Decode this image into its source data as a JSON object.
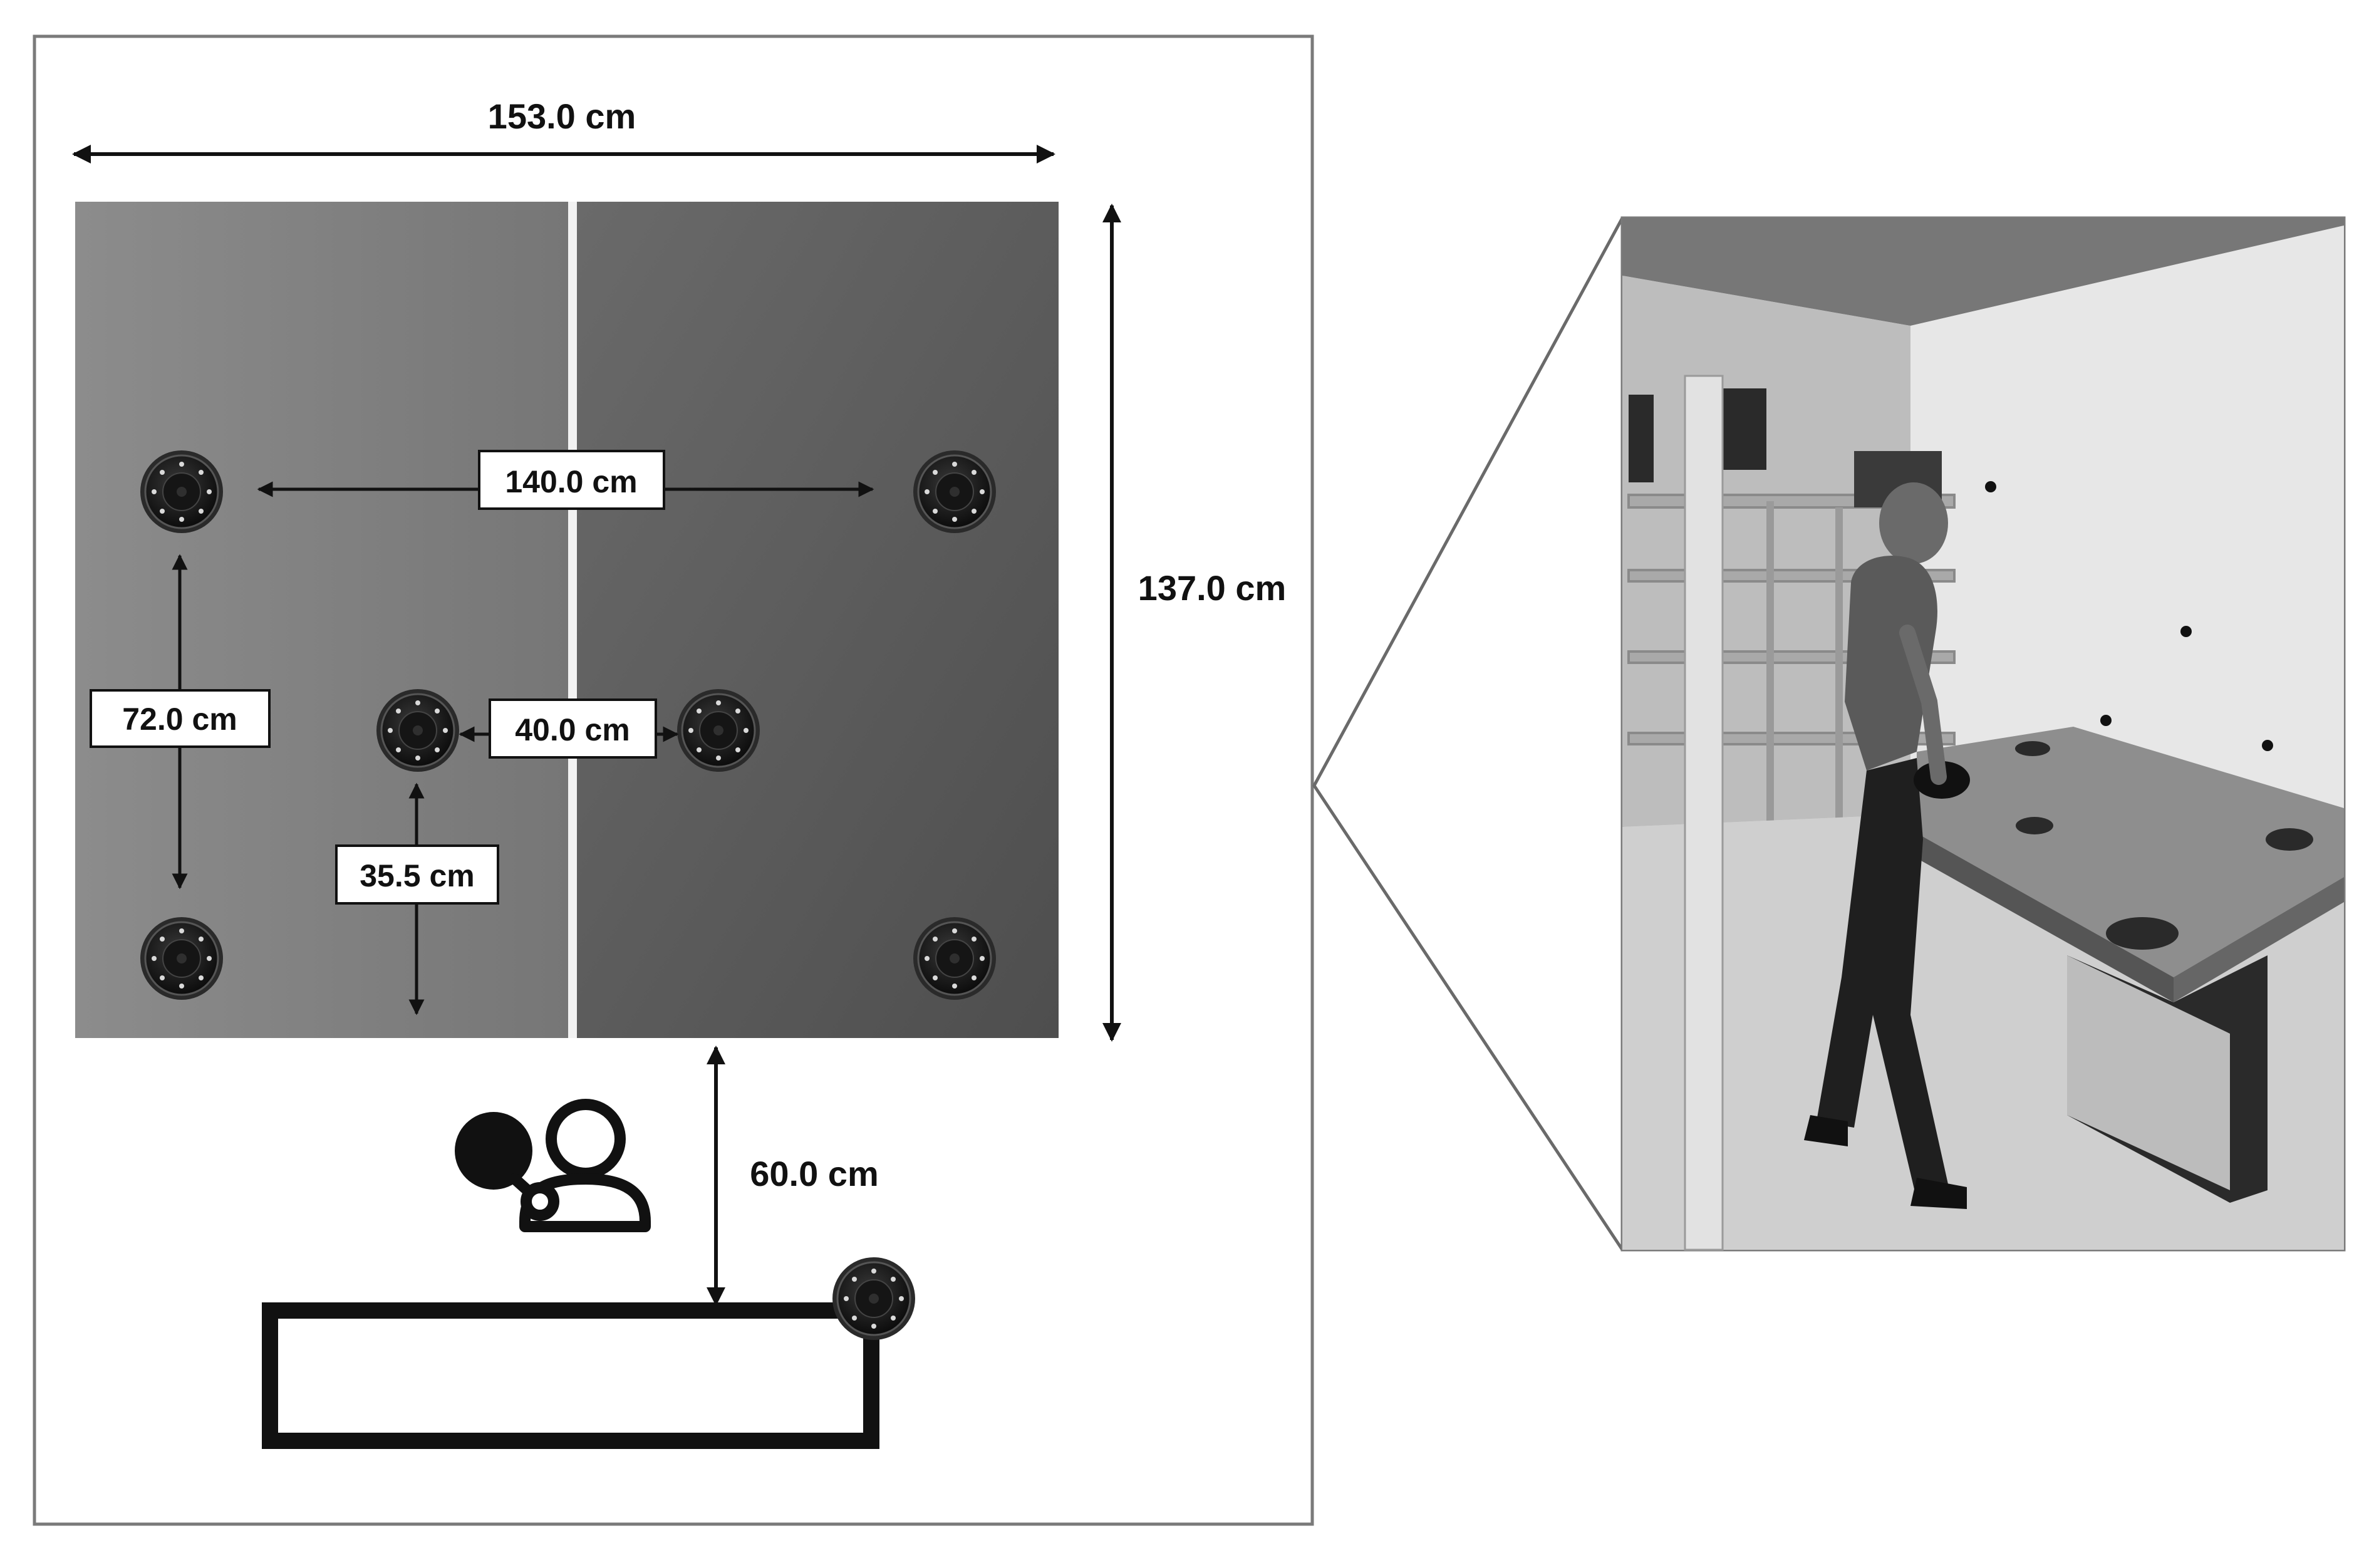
{
  "labels": {
    "table_width": "153.0 cm",
    "table_depth": "137.0 cm",
    "outer_sensor_spacing_h": "140.0 cm",
    "outer_sensor_spacing_v": "72.0 cm",
    "inner_sensor_spacing_h": "40.0 cm",
    "inner_sensor_to_edge": "35.5 cm",
    "player_distance": "60.0 cm"
  },
  "colors": {
    "ink": "#111111",
    "table_left": "#8a8a8a",
    "table_right": "#5c5c5c",
    "net_line": "#f2f2f2",
    "sensor": "#1b1b1b",
    "frame": "#7a7a7a"
  },
  "icons": {
    "sensor": "sensor-puck-icon",
    "player": "player-with-paddle-icon"
  }
}
